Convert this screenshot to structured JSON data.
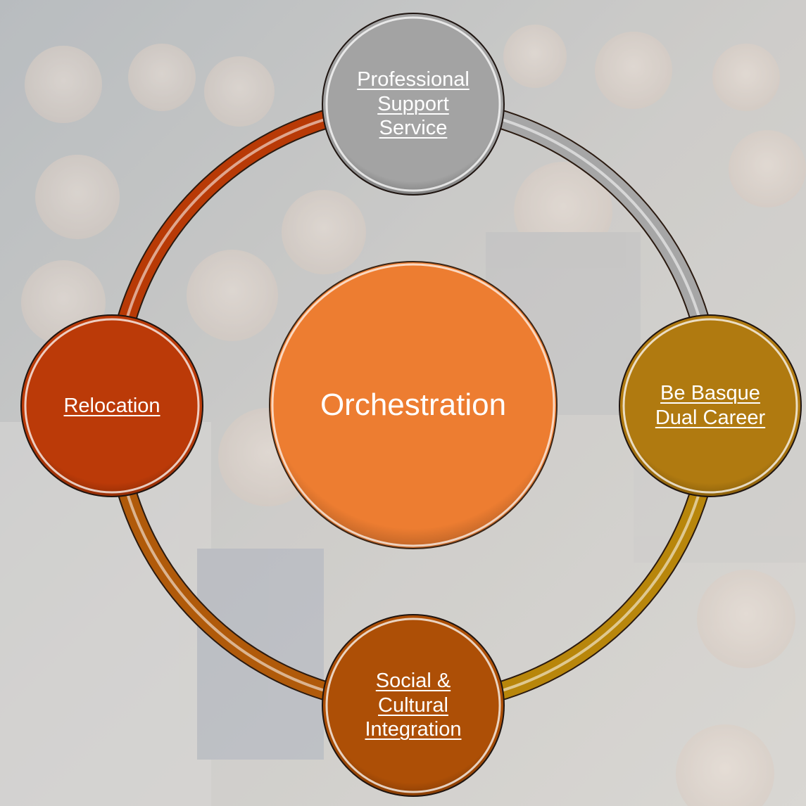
{
  "diagram": {
    "center_label": "Orchestration",
    "nodes": [
      {
        "id": "professional-support-service",
        "label": "Professional\nSupport\nService",
        "position": "top",
        "color": "#a3a3a3"
      },
      {
        "id": "be-basque-dual-career",
        "label": "Be Basque\nDual Career",
        "position": "right",
        "color": "#b07a10"
      },
      {
        "id": "social-cultural-integration",
        "label": "Social &\nCultural\nIntegration",
        "position": "bottom",
        "color": "#ad4f06"
      },
      {
        "id": "relocation",
        "label": "Relocation",
        "position": "left",
        "color": "#bb3a08"
      }
    ],
    "colors": {
      "center": "#ed7d31",
      "ring_top_right": "#a6a6a6",
      "ring_right_bottom": "#b8860b",
      "ring_bottom_left": "#b05a0a",
      "ring_left_top": "#b83a06"
    }
  }
}
